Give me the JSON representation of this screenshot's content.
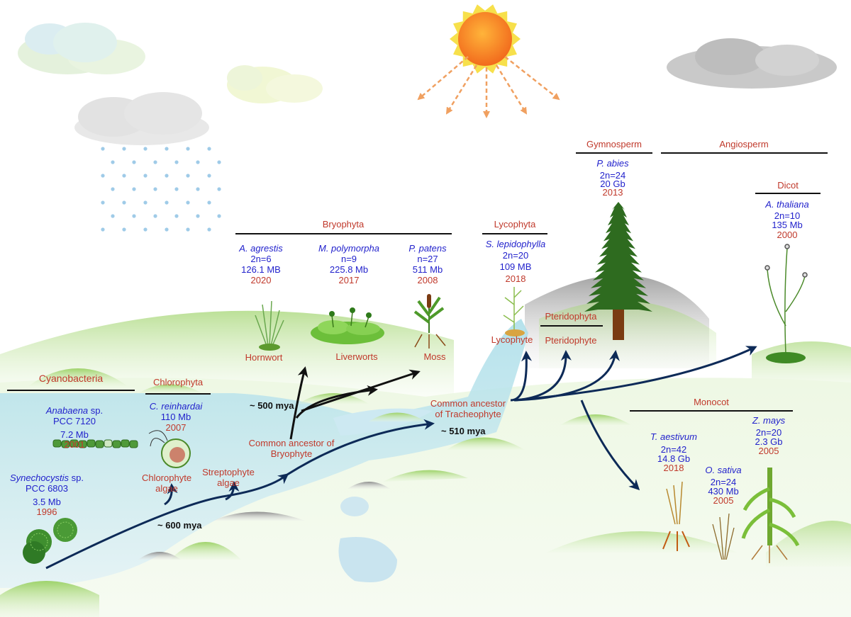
{
  "groups": {
    "cyanobacteria": "Cyanobacteria",
    "chlorophyta": "Chlorophyta",
    "bryophyta": "Bryophyta",
    "lycophyta": "Lycophyta",
    "pteridophyta": "Pteridophyta",
    "gymnosperm": "Gymnosperm",
    "angiosperm": "Angiosperm",
    "dicot": "Dicot",
    "monocot": "Monocot"
  },
  "species": {
    "anabaena": {
      "genus": "Anabaena",
      "suffix": " sp.",
      "strain": "PCC  7120",
      "size": "7.2 Mb",
      "year": "2001"
    },
    "synechocystis": {
      "genus": "Synechocystis",
      "suffix": " sp.",
      "strain": "PCC 6803",
      "size": "3.5 Mb",
      "year": "1996"
    },
    "reinhardtii": {
      "name": "C. reinhardai",
      "size": "110 Mb",
      "year": "2007"
    },
    "agrestis": {
      "name": "A. agrestis",
      "ploidy": "2n=6",
      "size": "126.1 MB",
      "year": "2020"
    },
    "polymorpha": {
      "name": "M. polymorpha",
      "ploidy": "n=9",
      "size": "225.8 Mb",
      "year": "2017"
    },
    "patens": {
      "name": "P. patens",
      "ploidy": "n=27",
      "size": "511 Mb",
      "year": "2008"
    },
    "lepidophylla": {
      "name": "S. lepidophylla",
      "ploidy": "2n=20",
      "size": "109 MB",
      "year": "2018"
    },
    "abies": {
      "name": "P. abies",
      "ploidy": "2n=24",
      "size": "20 Gb",
      "year": "2013"
    },
    "thaliana": {
      "name": "A. thaliana",
      "ploidy": "2n=10",
      "size": "135 Mb",
      "year": "2000"
    },
    "aestivum": {
      "name": "T. aestivum",
      "ploidy": "2n=42",
      "size": "14.8 Gb",
      "year": "2018"
    },
    "sativa": {
      "name": "O. sativa",
      "ploidy": "2n=24",
      "size": "430 Mb",
      "year": "2005"
    },
    "mays": {
      "name": "Z. mays",
      "ploidy": "2n=20",
      "size": "2.3 Gb",
      "year": "2005"
    }
  },
  "lineages": {
    "chlorophyte_algae": [
      "Chlorophyte",
      "algae"
    ],
    "streptophyte_algae": [
      "Streptophyte",
      "algae"
    ],
    "common_bryophyte": [
      "Common ancestor of",
      "Bryophyte"
    ],
    "common_tracheophyte": [
      "Common ancestor",
      "of Tracheophyte"
    ],
    "hornwort": "Hornwort",
    "liverworts": "Liverworts",
    "moss": "Moss",
    "lycophyte": "Lycophyte",
    "pteridophyte": "Pteridophyte"
  },
  "times": {
    "t600": "~ 600 mya",
    "t500": "~ 500 mya",
    "t510": "~ 510 mya"
  },
  "colors": {
    "label_red": "#c0392b",
    "species_blue": "#2222cc",
    "arrow_navy": "#0d2a57",
    "water": "#cfe8f0",
    "hill_green": "#8dc65a",
    "sun": "#f7941d"
  }
}
